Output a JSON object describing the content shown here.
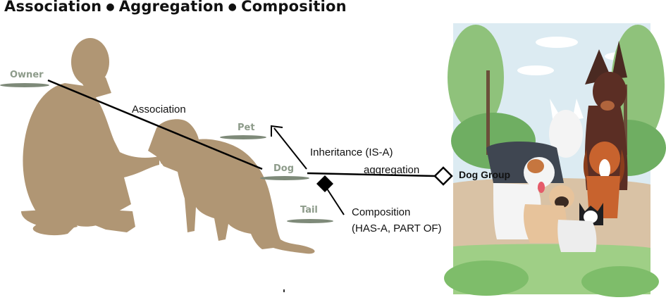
{
  "title": {
    "part1": "Association",
    "part2": "Aggregation",
    "part3": "Composition",
    "separator": "●"
  },
  "classes": {
    "owner": "Owner",
    "pet": "Pet",
    "dog": "Dog",
    "tail": "Tail",
    "dog_group": "Dog Group"
  },
  "relations": {
    "association": "Association",
    "inheritance": "Inheritance (IS-A)",
    "aggregation": "aggregation",
    "composition_line1": "Composition",
    "composition_line2": "(HAS-A, PART OF)"
  },
  "colors": {
    "silhouette": "#b09674",
    "label_underline": "#7e8a79",
    "label_text": "#8d9b8a",
    "line": "#000000"
  },
  "icons": {
    "person": "person-crouching-silhouette",
    "dog": "dog-silhouette",
    "dog_group": "dog-group-illustration"
  }
}
